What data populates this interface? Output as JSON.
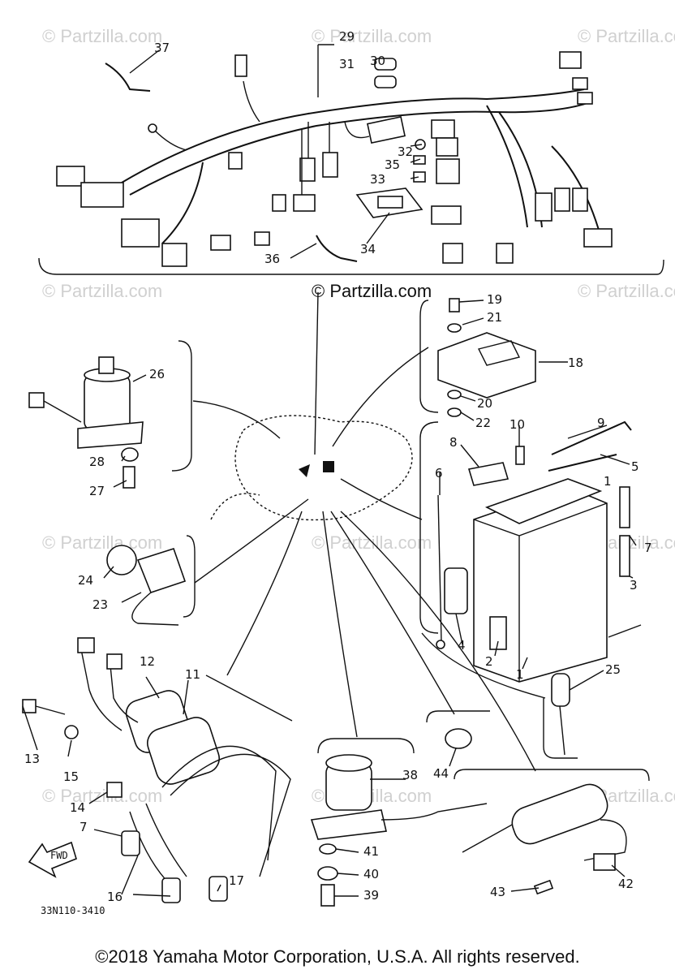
{
  "watermark": "© Partzilla.com",
  "center_watermark": "© Partzilla.com",
  "diagram_code": "33N110-3410",
  "fwd_label": "FWD",
  "copyright": "©2018  Yamaha Motor Corporation, U.S.A. All rights reserved.",
  "callouts": {
    "c1": "1",
    "c1b": "1",
    "c2": "2",
    "c3": "3",
    "c4": "4",
    "c5": "5",
    "c6": "6",
    "c7": "7",
    "c7b": "7",
    "c8": "8",
    "c9": "9",
    "c10": "10",
    "c11": "11",
    "c12": "12",
    "c13": "13",
    "c14": "14",
    "c15": "15",
    "c16": "16",
    "c17": "17",
    "c18": "18",
    "c19": "19",
    "c20": "20",
    "c21": "21",
    "c22": "22",
    "c23": "23",
    "c24": "24",
    "c25": "25",
    "c26": "26",
    "c27": "27",
    "c28": "28",
    "c29": "29",
    "c30": "30",
    "c31": "31",
    "c32": "32",
    "c33": "33",
    "c34": "34",
    "c35": "35",
    "c36": "36",
    "c37": "37",
    "c38": "38",
    "c39": "39",
    "c40": "40",
    "c41": "41",
    "c42": "42",
    "c43": "43",
    "c44": "44"
  }
}
